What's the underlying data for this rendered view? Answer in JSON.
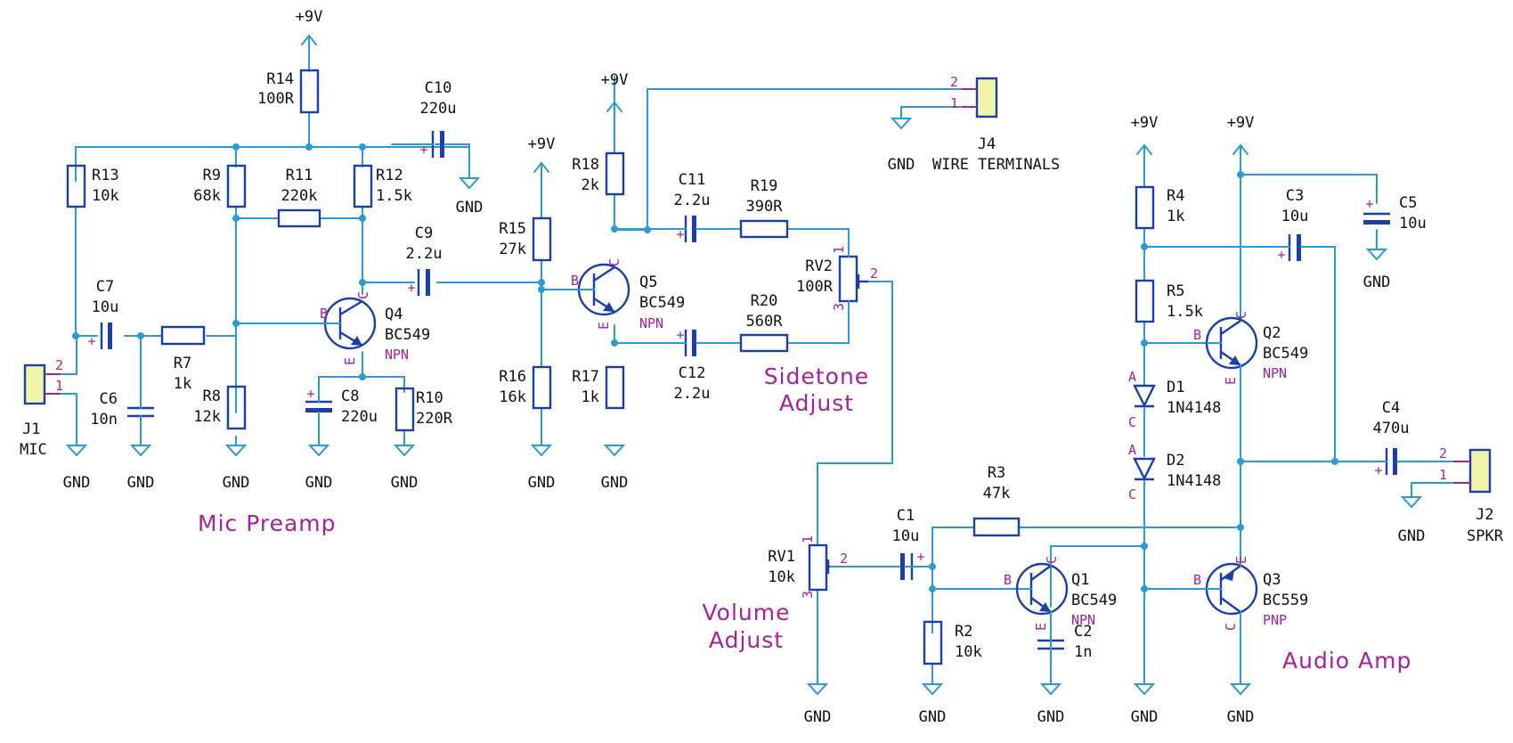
{
  "sections": {
    "mic_preamp": "Mic Preamp",
    "sidetone_l1": "Sidetone",
    "sidetone_l2": "Adjust",
    "volume_l1": "Volume",
    "volume_l2": "Adjust",
    "audio_amp": "Audio Amp"
  },
  "supply": "+9V",
  "ground": "GND",
  "pins": {
    "p1": "1",
    "p2": "2",
    "p3": "3",
    "b": "B",
    "c": "C",
    "e": "E",
    "a": "A"
  },
  "resistors": {
    "R2": {
      "ref": "R2",
      "value": "10k"
    },
    "R3": {
      "ref": "R3",
      "value": "47k"
    },
    "R4": {
      "ref": "R4",
      "value": "1k"
    },
    "R5": {
      "ref": "R5",
      "value": "1.5k"
    },
    "R7": {
      "ref": "R7",
      "value": "1k"
    },
    "R8": {
      "ref": "R8",
      "value": "12k"
    },
    "R9": {
      "ref": "R9",
      "value": "68k"
    },
    "R10": {
      "ref": "R10",
      "value": "220R"
    },
    "R11": {
      "ref": "R11",
      "value": "220k"
    },
    "R12": {
      "ref": "R12",
      "value": "1.5k"
    },
    "R13": {
      "ref": "R13",
      "value": "10k"
    },
    "R14": {
      "ref": "R14",
      "value": "100R"
    },
    "R15": {
      "ref": "R15",
      "value": "27k"
    },
    "R16": {
      "ref": "R16",
      "value": "16k"
    },
    "R17": {
      "ref": "R17",
      "value": "1k"
    },
    "R18": {
      "ref": "R18",
      "value": "2k"
    },
    "R19": {
      "ref": "R19",
      "value": "390R"
    },
    "R20": {
      "ref": "R20",
      "value": "560R"
    }
  },
  "capacitors": {
    "C1": {
      "ref": "C1",
      "value": "10u"
    },
    "C2": {
      "ref": "C2",
      "value": "1n"
    },
    "C3": {
      "ref": "C3",
      "value": "10u"
    },
    "C4": {
      "ref": "C4",
      "value": "470u"
    },
    "C5": {
      "ref": "C5",
      "value": "10u"
    },
    "C6": {
      "ref": "C6",
      "value": "10n"
    },
    "C7": {
      "ref": "C7",
      "value": "10u"
    },
    "C8": {
      "ref": "C8",
      "value": "220u"
    },
    "C9": {
      "ref": "C9",
      "value": "2.2u"
    },
    "C10": {
      "ref": "C10",
      "value": "220u"
    },
    "C11": {
      "ref": "C11",
      "value": "2.2u"
    },
    "C12": {
      "ref": "C12",
      "value": "2.2u"
    }
  },
  "transistors": {
    "Q1": {
      "ref": "Q1",
      "part": "BC549",
      "type": "NPN"
    },
    "Q2": {
      "ref": "Q2",
      "part": "BC549",
      "type": "NPN"
    },
    "Q3": {
      "ref": "Q3",
      "part": "BC559",
      "type": "PNP"
    },
    "Q4": {
      "ref": "Q4",
      "part": "BC549",
      "type": "NPN"
    },
    "Q5": {
      "ref": "Q5",
      "part": "BC549",
      "type": "NPN"
    }
  },
  "diodes": {
    "D1": {
      "ref": "D1",
      "part": "1N4148"
    },
    "D2": {
      "ref": "D2",
      "part": "1N4148"
    }
  },
  "pots": {
    "RV1": {
      "ref": "RV1",
      "value": "10k"
    },
    "RV2": {
      "ref": "RV2",
      "value": "100R"
    }
  },
  "connectors": {
    "J1": {
      "ref": "J1",
      "label": "MIC"
    },
    "J2": {
      "ref": "J2",
      "label": "SPKR"
    },
    "J4": {
      "ref": "J4",
      "label": "WIRE TERMINALS"
    }
  },
  "colors": {
    "wire": "#2b9bd1",
    "component": "#1b3fa8",
    "pin": "#b41f90",
    "annotation": "#a4229a",
    "connector_fill": "#f2f5a9"
  }
}
